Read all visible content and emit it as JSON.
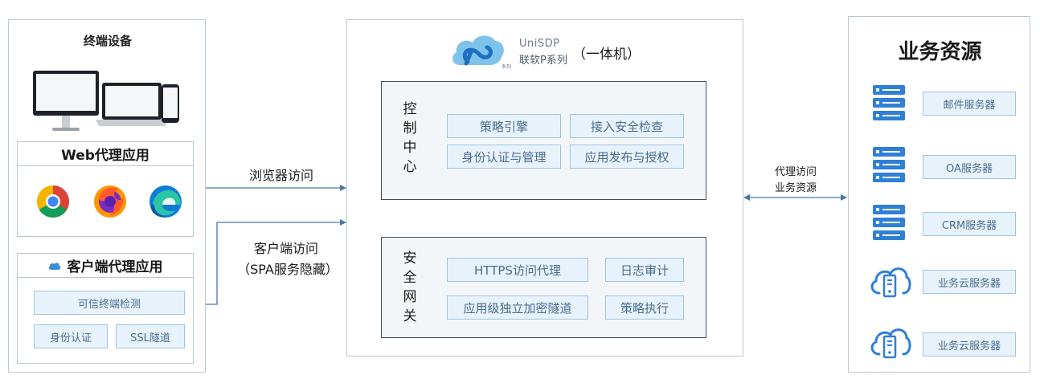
{
  "left": {
    "title": "终端设备",
    "web_box": {
      "title": "Web代理应用"
    },
    "client_box": {
      "title": "客户端代理应用",
      "buttons": [
        "可信终端检测",
        "身份认证",
        "SSL隧道"
      ]
    }
  },
  "middle": {
    "logo": {
      "line1": "UniSDP",
      "line2": "联软P系列",
      "sub": "系列"
    },
    "suffix": "（一体机）",
    "control": {
      "title": [
        "控",
        "制",
        "中",
        "心"
      ],
      "buttons": [
        "策略引擎",
        "接入安全检查",
        "身份认证与管理",
        "应用发布与授权"
      ]
    },
    "gateway": {
      "title": [
        "安",
        "全",
        "网",
        "关"
      ],
      "buttons": [
        "HTTPS访问代理",
        "日志审计",
        "应用级独立加密隧道",
        "策略执行"
      ]
    }
  },
  "right": {
    "title": "业务资源",
    "items": [
      "邮件服务器",
      "OA服务器",
      "CRM服务器",
      "业务云服务器",
      "业务云服务器"
    ]
  },
  "arrows": {
    "browser": "浏览器访问",
    "client_line1": "客户端访问",
    "client_line2": "（SPA服务隐藏）",
    "proxy_line1": "代理访问",
    "proxy_line2": "业务资源"
  },
  "colors": {
    "border": "#b9c6d2",
    "accent": "#4a90d9",
    "button_bg": "#e8f2fb",
    "button_text": "#4a6d8f"
  }
}
